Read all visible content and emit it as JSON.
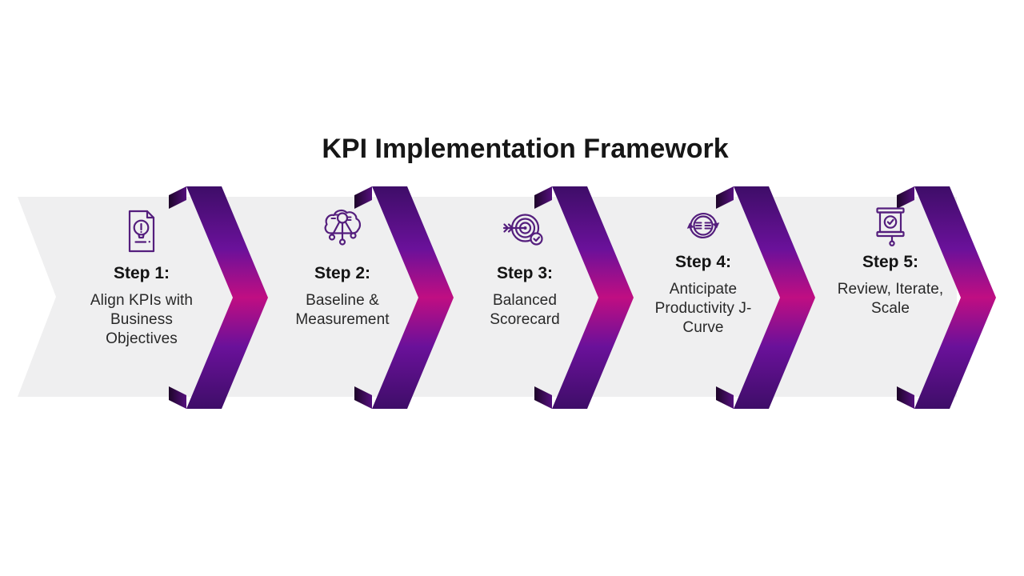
{
  "title": "KPI Implementation Framework",
  "steps": [
    {
      "label": "Step 1:",
      "description": "Align KPIs with\nBusiness\nObjectives",
      "icon": "document-idea-icon"
    },
    {
      "label": "Step 2:",
      "description": "Baseline &\nMeasurement",
      "icon": "cloud-network-icon"
    },
    {
      "label": "Step 3:",
      "description": "Balanced\nScorecard",
      "icon": "target-arrow-icon"
    },
    {
      "label": "Step 4:",
      "description": "Anticipate\nProductivity J-\nCurve",
      "icon": "sync-arrows-icon"
    },
    {
      "label": "Step 5:",
      "description": "Review, Iterate,\nScale",
      "icon": "presentation-check-icon"
    }
  ],
  "theme": {
    "icon_color": "#541e7d",
    "chevron_dark": "#3e0d68",
    "chevron_mid": "#6a119a",
    "chevron_tip": "#c00e82",
    "fold_dark": "#1d0529",
    "fold_light": "#55107e",
    "band_background": "#efeff0",
    "page_background": "#ffffff",
    "text_color": "#161616"
  }
}
